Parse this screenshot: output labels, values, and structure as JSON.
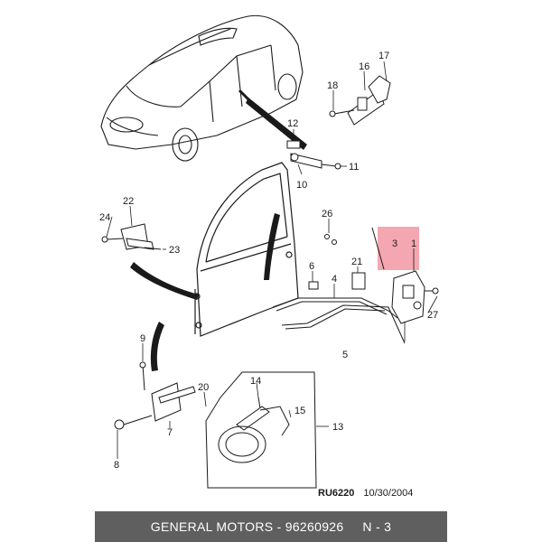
{
  "callouts": {
    "c1": "1",
    "c3": "3",
    "c4": "4",
    "c5": "5",
    "c6": "6",
    "c7": "7",
    "c8": "8",
    "c9": "9",
    "c10": "10",
    "c11": "11",
    "c12": "12",
    "c13": "13",
    "c14": "14",
    "c15": "15",
    "c16": "16",
    "c17": "17",
    "c18": "18",
    "c20": "20",
    "c21": "21",
    "c22": "22",
    "c23": "23",
    "c24": "24",
    "c26": "26",
    "c27": "27"
  },
  "reference": {
    "code": "RU6220",
    "date": "10/30/2004"
  },
  "footer": {
    "text": "GENERAL MOTORS - 96260926     N - 3"
  },
  "colors": {
    "highlight": "#f4a7b0",
    "footer_bg": "#5f5f5f",
    "line": "#1a1a1a"
  }
}
